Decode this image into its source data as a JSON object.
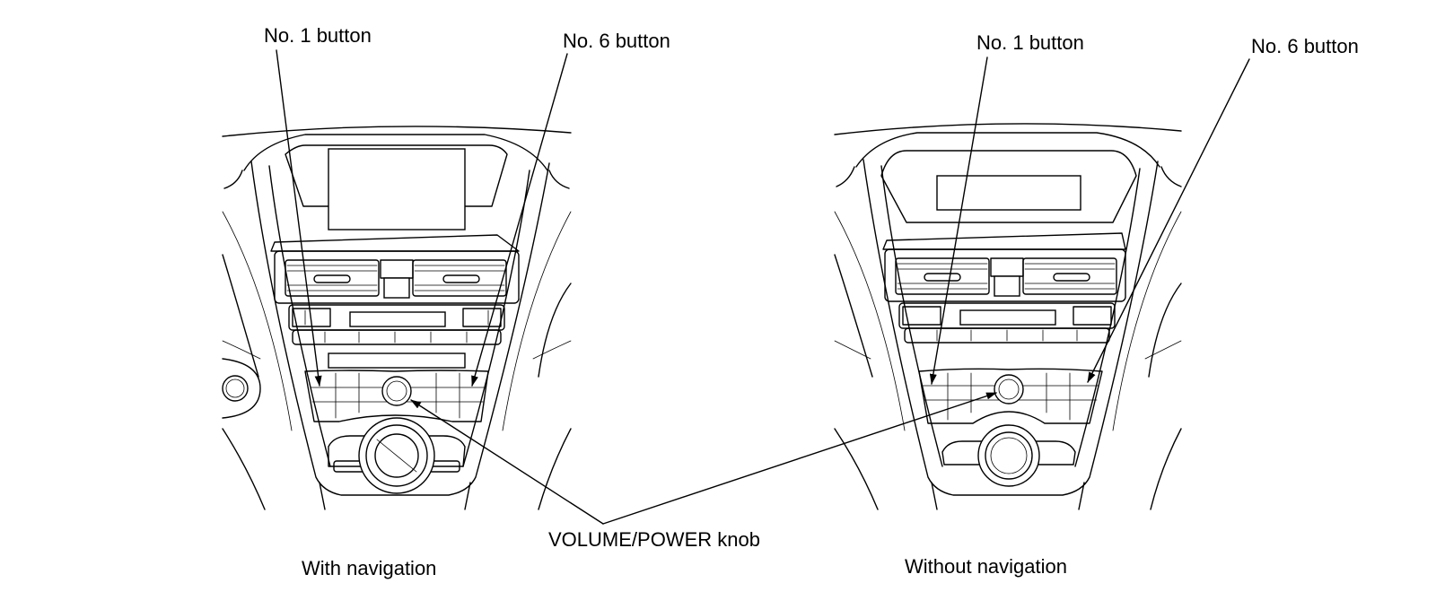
{
  "figure": {
    "labels": {
      "left_no1": "No. 1 button",
      "left_no6": "No. 6 button",
      "right_no1": "No. 1 button",
      "right_no6": "No. 6 button",
      "volume_knob": "VOLUME/POWER knob",
      "caption_left": "With navigation",
      "caption_right": "Without navigation"
    }
  }
}
